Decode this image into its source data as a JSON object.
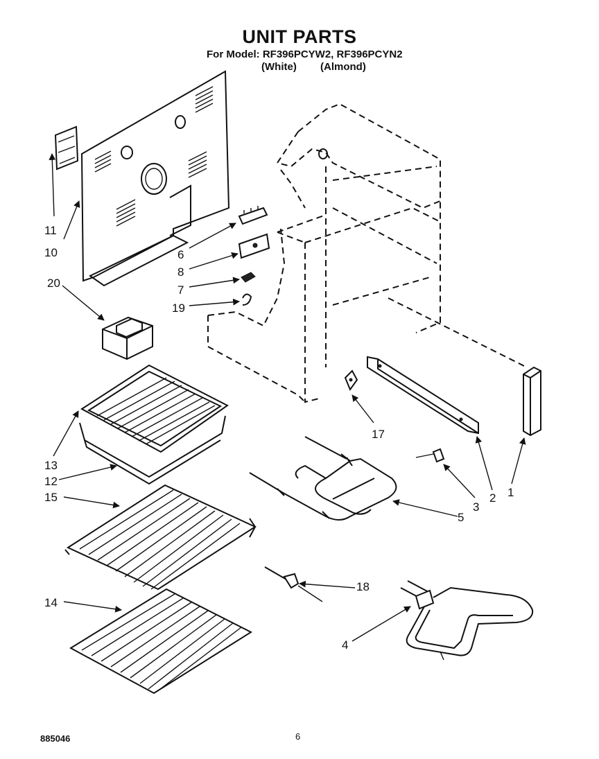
{
  "header": {
    "title": "UNIT PARTS",
    "model_line": "For Model: RF396PCYW2, RF396PCYN2",
    "color_white": "(White)",
    "color_almond": "(Almond)"
  },
  "footer": {
    "doc_number": "885046",
    "page_number": "6"
  },
  "callouts": {
    "c1": "1",
    "c2": "2",
    "c3": "3",
    "c4": "4",
    "c5": "5",
    "c6": "6",
    "c7": "7",
    "c8": "8",
    "c10": "10",
    "c11": "11",
    "c12": "12",
    "c13": "13",
    "c14": "14",
    "c15": "15",
    "c17": "17",
    "c18": "18",
    "c19": "19",
    "c20": "20"
  }
}
